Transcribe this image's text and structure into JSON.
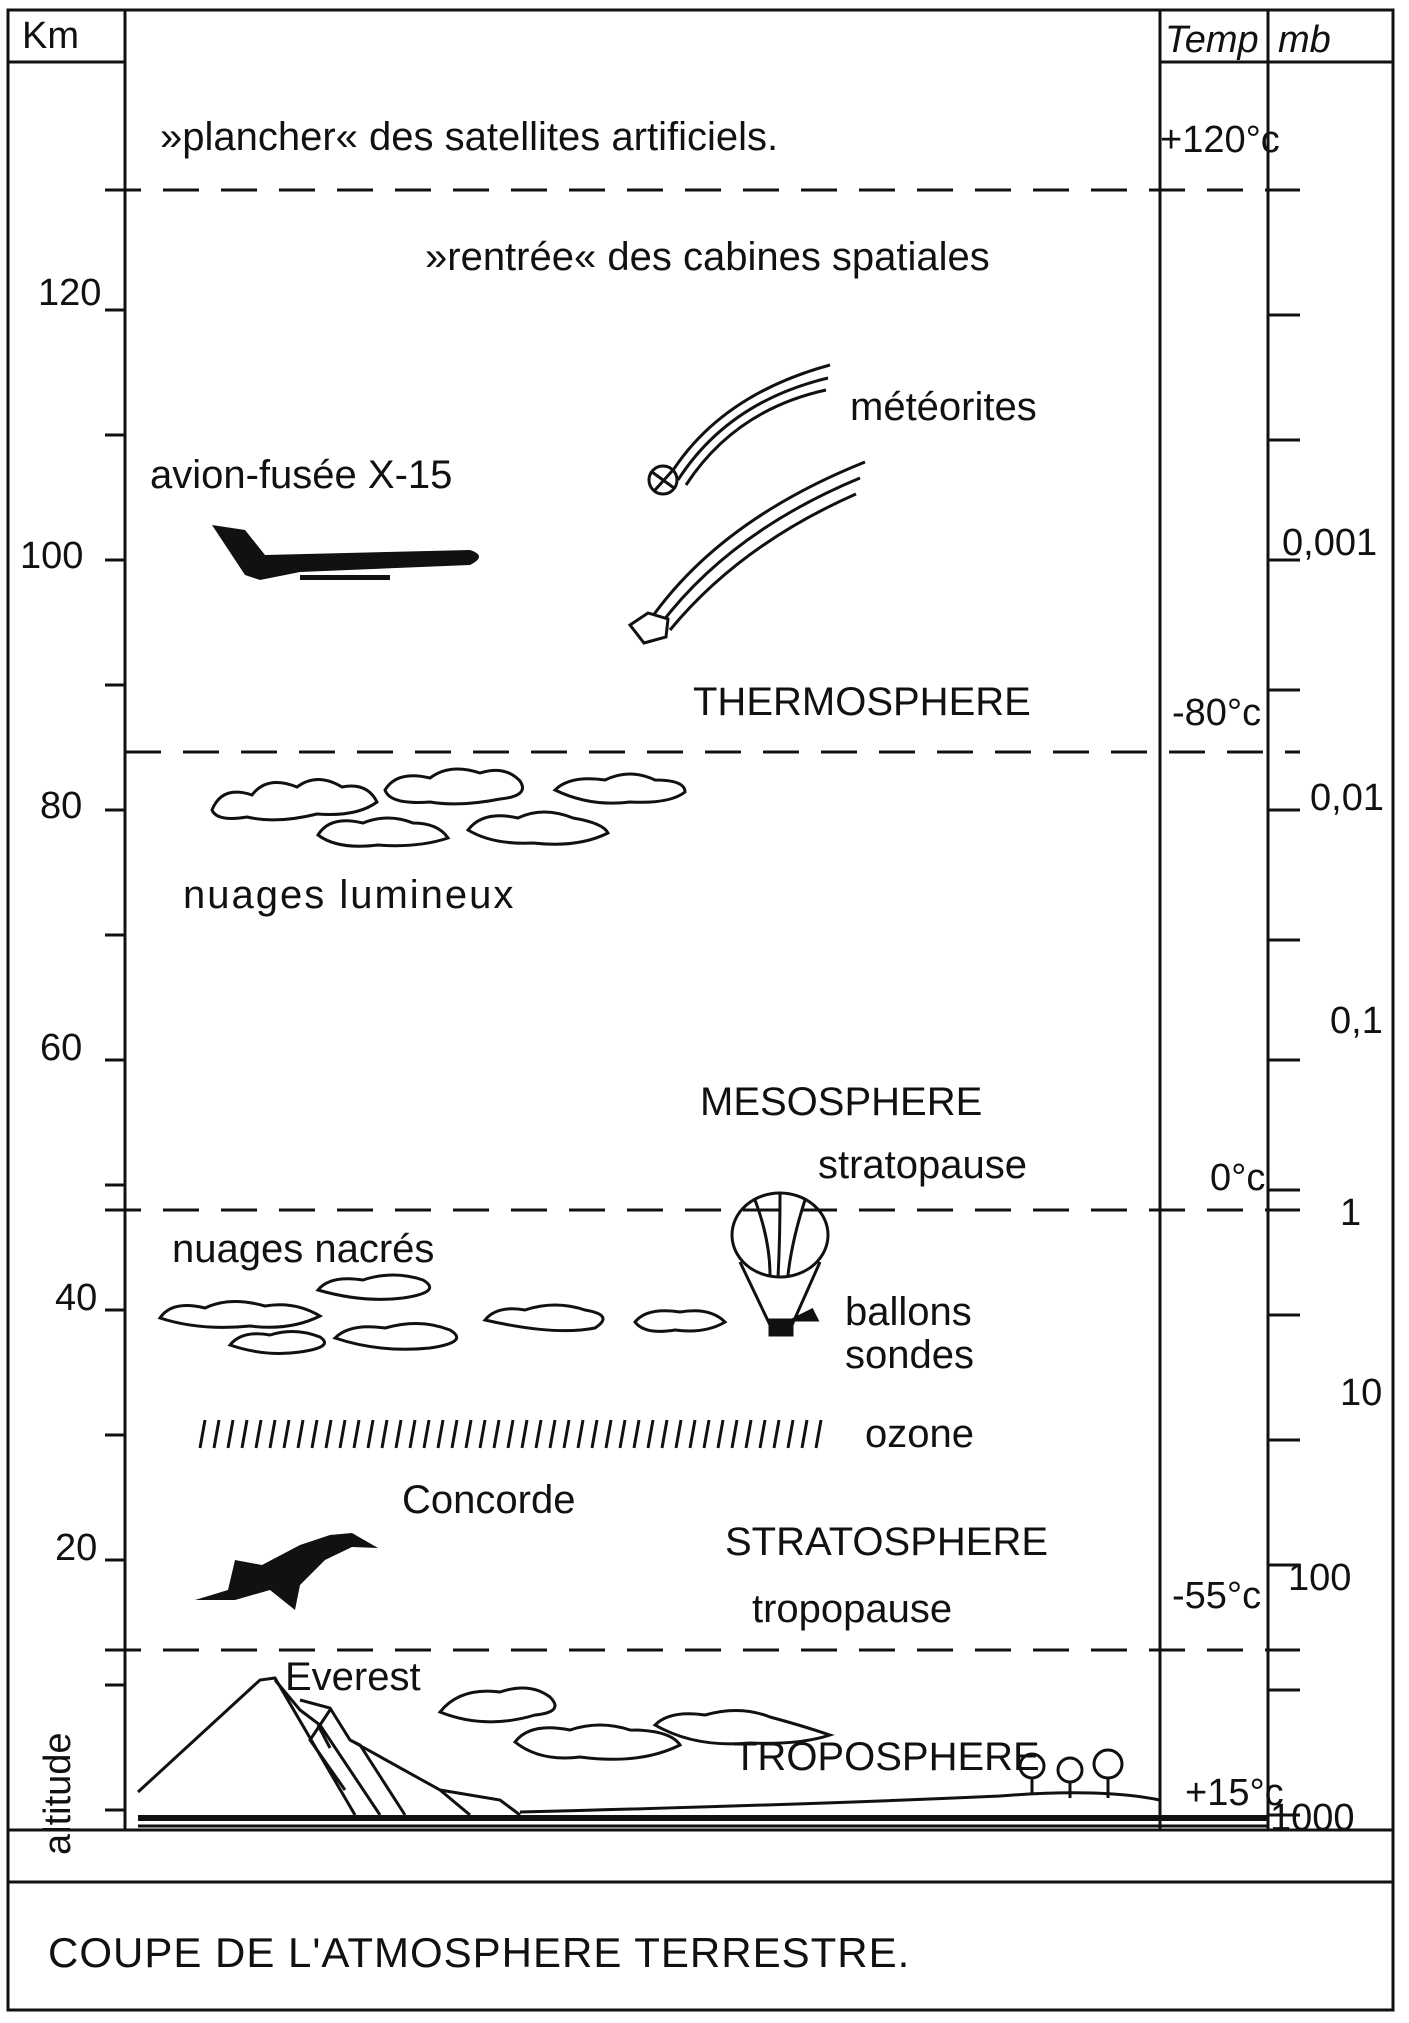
{
  "header": {
    "km": "Km",
    "temp": "Temp",
    "mb": "mb"
  },
  "altitude_label": "altitude",
  "km_ticks": [
    "120",
    "100",
    "80",
    "60",
    "40",
    "20"
  ],
  "temperatures": [
    "+120°c",
    "-80°c",
    "0°c",
    "-55°c",
    "+15°c"
  ],
  "pressures": [
    "0,001",
    "0,01",
    "0,1",
    "1",
    "10",
    "100",
    "1000"
  ],
  "labels": {
    "satellites": "»plancher« des satellites artificiels.",
    "reentry": "»rentrée« des cabines spatiales",
    "meteorites": "météorites",
    "x15": "avion-fusée X-15",
    "thermosphere": "THERMOSPHERE",
    "noctilucent": "nuages lumineux",
    "mesosphere": "MESOSPHERE",
    "stratopause": "stratopause",
    "nacreous": "nuages nacrés",
    "balloons_1": "ballons",
    "balloons_2": "sondes",
    "ozone": "ozone",
    "concorde": "Concorde",
    "stratosphere": "STRATOSPHERE",
    "tropopause": "tropopause",
    "everest": "Everest",
    "troposphere": "TROPOSPHERE"
  },
  "caption": "COUPE DE L'ATMOSPHERE TERRESTRE."
}
